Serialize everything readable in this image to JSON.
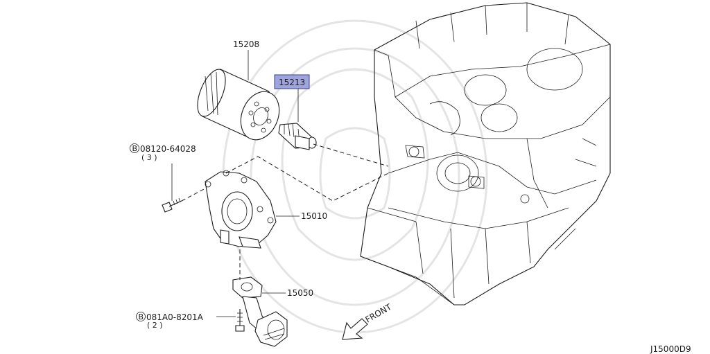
{
  "parts": {
    "oil_filter": {
      "number": "15208"
    },
    "connector_stud": {
      "number": "15213",
      "highlighted": true,
      "highlight_color": "#9fa4dc"
    },
    "bolt_upper": {
      "marker": "B",
      "number": "08120-64028",
      "qty": "( 3 )"
    },
    "oil_pump": {
      "number": "15010"
    },
    "strainer": {
      "number": "15050"
    },
    "bolt_lower": {
      "marker": "B",
      "number": "081A0-8201A",
      "qty": "( 2 )"
    }
  },
  "direction": {
    "label": "FRONT"
  },
  "diagram_id": "J15000D9"
}
